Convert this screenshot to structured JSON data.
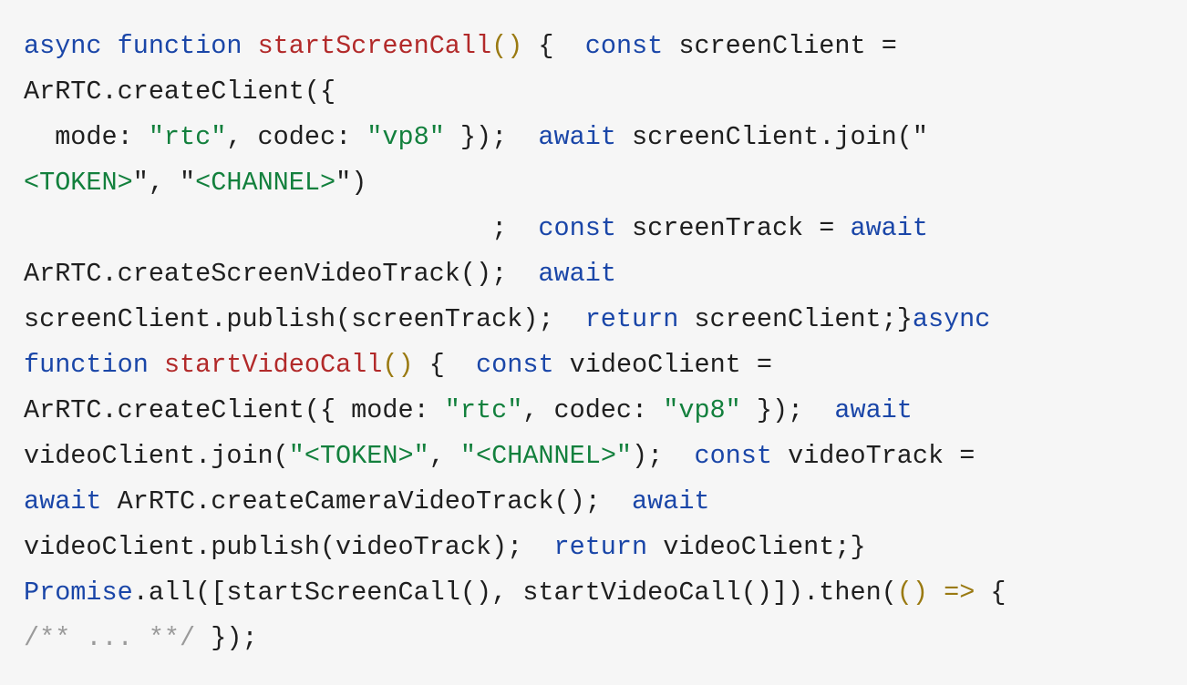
{
  "theme": {
    "background": "#f6f6f6",
    "plain": "#1f1f1f",
    "keyword": "#1a46a8",
    "function_name": "#b22a2a",
    "string": "#13803d",
    "paren_punct": "#9a7a12",
    "comment": "#9a9a9a"
  },
  "code": {
    "lines": [
      [
        {
          "t": "async",
          "k": "keyword"
        },
        {
          "t": " ",
          "k": "plain"
        },
        {
          "t": "function",
          "k": "keyword"
        },
        {
          "t": " ",
          "k": "plain"
        },
        {
          "t": "startScreenCall",
          "k": "function_name"
        },
        {
          "t": "()",
          "k": "paren_punct"
        },
        {
          "t": " {  ",
          "k": "plain"
        },
        {
          "t": "const",
          "k": "keyword"
        },
        {
          "t": " screenClient =",
          "k": "plain"
        }
      ],
      [
        {
          "t": "ArRTC.createClient({",
          "k": "plain"
        }
      ],
      [
        {
          "t": "  mode: ",
          "k": "plain"
        },
        {
          "t": "\"rtc\"",
          "k": "string"
        },
        {
          "t": ", codec: ",
          "k": "plain"
        },
        {
          "t": "\"vp8\"",
          "k": "string"
        },
        {
          "t": " });  ",
          "k": "plain"
        },
        {
          "t": "await",
          "k": "keyword"
        },
        {
          "t": " screenClient.join(\"",
          "k": "plain"
        }
      ],
      [
        {
          "t": "<TOKEN>",
          "k": "string"
        },
        {
          "t": "\", \"",
          "k": "plain"
        },
        {
          "t": "<CHANNEL>",
          "k": "string"
        },
        {
          "t": "\")",
          "k": "plain"
        }
      ],
      [
        {
          "t": "                              ;  ",
          "k": "plain"
        },
        {
          "t": "const",
          "k": "keyword"
        },
        {
          "t": " screenTrack = ",
          "k": "plain"
        },
        {
          "t": "await",
          "k": "keyword"
        }
      ],
      [
        {
          "t": "ArRTC.createScreenVideoTrack();  ",
          "k": "plain"
        },
        {
          "t": "await",
          "k": "keyword"
        }
      ],
      [
        {
          "t": "screenClient.publish(screenTrack);  ",
          "k": "plain"
        },
        {
          "t": "return",
          "k": "keyword"
        },
        {
          "t": " screenClient;}",
          "k": "plain"
        },
        {
          "t": "async",
          "k": "keyword"
        }
      ],
      [
        {
          "t": "function",
          "k": "keyword"
        },
        {
          "t": " ",
          "k": "plain"
        },
        {
          "t": "startVideoCall",
          "k": "function_name"
        },
        {
          "t": "()",
          "k": "paren_punct"
        },
        {
          "t": " {  ",
          "k": "plain"
        },
        {
          "t": "const",
          "k": "keyword"
        },
        {
          "t": " videoClient =",
          "k": "plain"
        }
      ],
      [
        {
          "t": "ArRTC.createClient({ mode: ",
          "k": "plain"
        },
        {
          "t": "\"rtc\"",
          "k": "string"
        },
        {
          "t": ", codec: ",
          "k": "plain"
        },
        {
          "t": "\"vp8\"",
          "k": "string"
        },
        {
          "t": " });  ",
          "k": "plain"
        },
        {
          "t": "await",
          "k": "keyword"
        }
      ],
      [
        {
          "t": "videoClient.join(",
          "k": "plain"
        },
        {
          "t": "\"<TOKEN>\"",
          "k": "string"
        },
        {
          "t": ", ",
          "k": "plain"
        },
        {
          "t": "\"<CHANNEL>\"",
          "k": "string"
        },
        {
          "t": ");  ",
          "k": "plain"
        },
        {
          "t": "const",
          "k": "keyword"
        },
        {
          "t": " videoTrack =",
          "k": "plain"
        }
      ],
      [
        {
          "t": "await",
          "k": "keyword"
        },
        {
          "t": " ArRTC.createCameraVideoTrack();  ",
          "k": "plain"
        },
        {
          "t": "await",
          "k": "keyword"
        }
      ],
      [
        {
          "t": "videoClient.publish(videoTrack);  ",
          "k": "plain"
        },
        {
          "t": "return",
          "k": "keyword"
        },
        {
          "t": " videoClient;}",
          "k": "plain"
        }
      ],
      [
        {
          "t": "Promise",
          "k": "keyword"
        },
        {
          "t": ".all([startScreenCall(), startVideoCall()]).then(",
          "k": "plain"
        },
        {
          "t": "()",
          "k": "paren_punct"
        },
        {
          "t": " ",
          "k": "plain"
        },
        {
          "t": "=>",
          "k": "paren_punct"
        },
        {
          "t": " {",
          "k": "plain"
        }
      ],
      [
        {
          "t": "/** ... **/",
          "k": "comment"
        },
        {
          "t": " });",
          "k": "plain"
        }
      ]
    ]
  }
}
